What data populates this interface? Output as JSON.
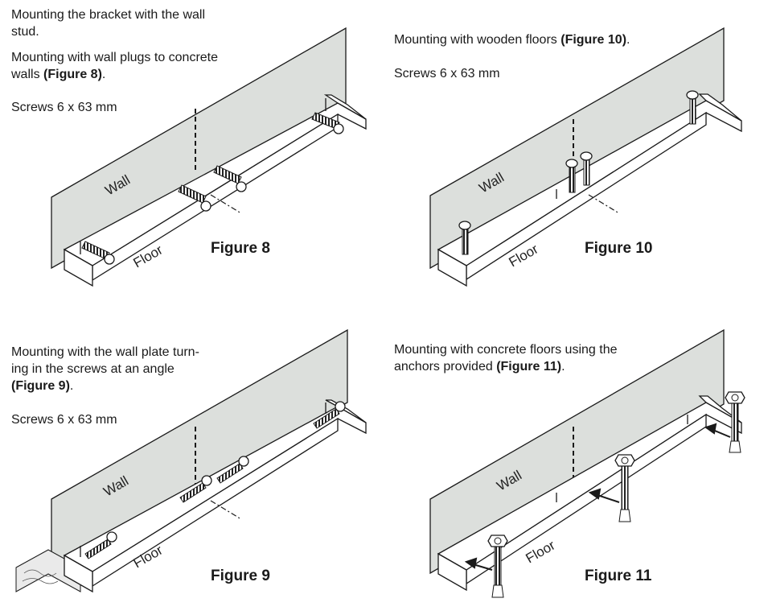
{
  "p8": {
    "line1": "Mounting the bracket with the wall",
    "line2": "stud.",
    "line3": "Mounting with wall plugs to concrete",
    "line4a": "walls ",
    "line4b": "(Figure 8)",
    "line4c": ".",
    "screws": "Screws 6 x 63 mm",
    "wall": "Wall",
    "floor": "Floor",
    "figure": "Figure 8"
  },
  "p10": {
    "line1a": "Mounting with wooden floors ",
    "line1b": "(Figure 10)",
    "line1c": ".",
    "screws": "Screws 6 x 63 mm",
    "wall": "Wall",
    "floor": "Floor",
    "figure": "Figure 10"
  },
  "p9": {
    "line1": "Mounting with the wall plate turn-",
    "line2": "ing in the screws at an angle",
    "line3a": "(Figure 9)",
    "line3b": ".",
    "screws": "Screws 6 x 63 mm",
    "wall": "Wall",
    "floor": "Floor",
    "figure": "Figure 9"
  },
  "p11": {
    "line1": "Mounting with concrete floors using the",
    "line2a": "anchors provided ",
    "line2b": "(Figure 11)",
    "line2c": ".",
    "wall": "Wall",
    "floor": "Floor",
    "figure": "Figure 11"
  },
  "colors": {
    "wall_fill": "#dcdfdc",
    "line": "#1a1a1a"
  }
}
